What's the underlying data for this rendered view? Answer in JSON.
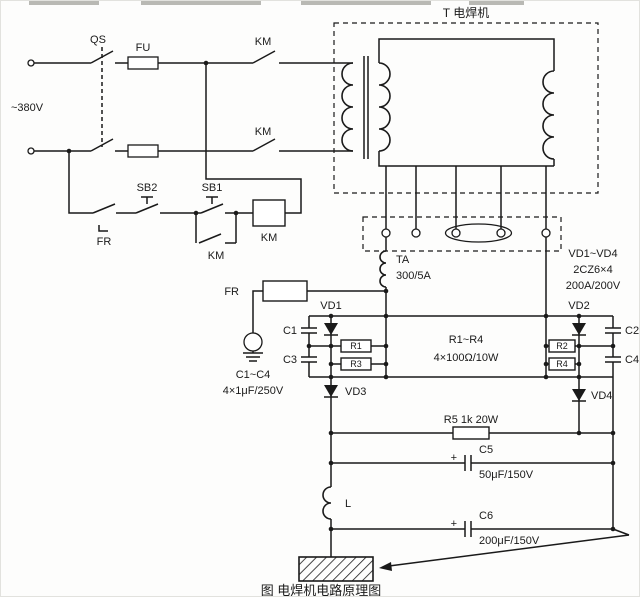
{
  "diagram": {
    "title_box": "T 电焊机",
    "caption": "图  电焊机电路原理图",
    "power": {
      "voltage": "~380V",
      "qs": "QS",
      "fu": "FU",
      "km_top": "KM",
      "km_bottom": "KM"
    },
    "control": {
      "fr_contact": "FR",
      "sb2": "SB2",
      "sb1": "SB1",
      "km_coil": "KM",
      "km_aux": "KM"
    },
    "sensing": {
      "fr_heater": "FR",
      "ta": "TA",
      "ta_rating": "300/5A"
    },
    "rectifier": {
      "vd1": "VD1",
      "vd2": "VD2",
      "vd3": "VD3",
      "vd4": "VD4",
      "vd_note_1": "VD1~VD4",
      "vd_note_2": "2CZ6×4",
      "vd_note_3": "200A/200V",
      "r1": "R1",
      "r2": "R2",
      "r3": "R3",
      "r4": "R4",
      "r_note_1": "R1~R4",
      "r_note_2": "4×100Ω/10W",
      "c1": "C1",
      "c2": "C2",
      "c3": "C3",
      "c4": "C4",
      "c_note_1": "C1~C4",
      "c_note_2": "4×1μF/250V"
    },
    "filter": {
      "r5": "R5 1k 20W",
      "c5": "C5",
      "c5_value": "50μF/150V",
      "c5_plus": "+",
      "c6": "C6",
      "c6_value": "200μF/150V",
      "c6_plus": "+",
      "l": "L"
    }
  },
  "colors": {
    "ink": "#1a1a1a",
    "paper": "#fdfdfc"
  }
}
